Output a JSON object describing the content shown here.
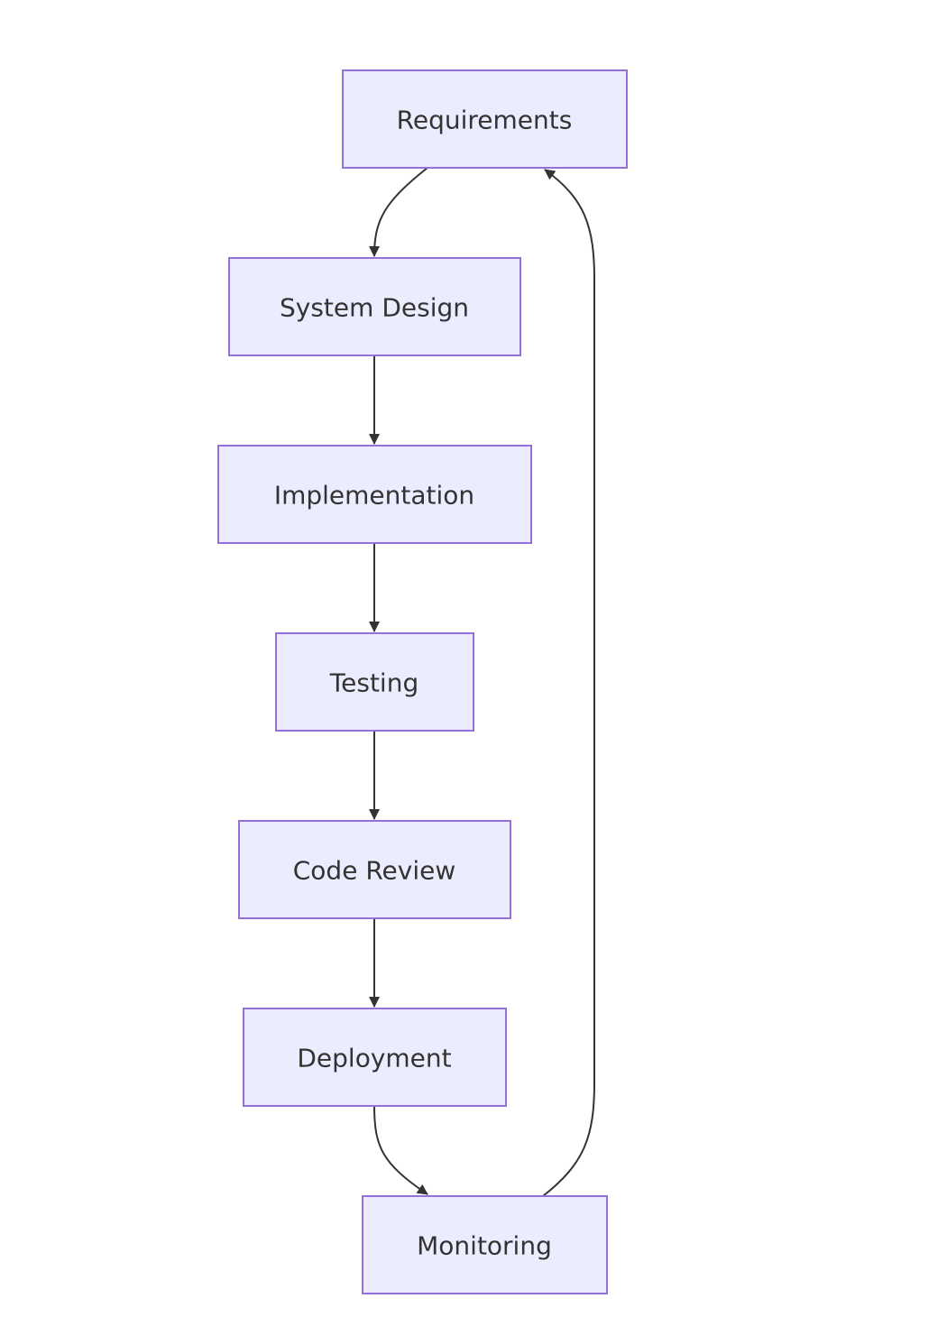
{
  "diagram": {
    "type": "flowchart",
    "colors": {
      "node_fill": "#ececff",
      "node_stroke": "#9370db",
      "edge": "#333333",
      "text": "#333333"
    },
    "nodes": [
      {
        "id": "requirements",
        "label": "Requirements"
      },
      {
        "id": "system_design",
        "label": "System Design"
      },
      {
        "id": "implementation",
        "label": "Implementation"
      },
      {
        "id": "testing",
        "label": "Testing"
      },
      {
        "id": "code_review",
        "label": "Code Review"
      },
      {
        "id": "deployment",
        "label": "Deployment"
      },
      {
        "id": "monitoring",
        "label": "Monitoring"
      }
    ],
    "edges": [
      {
        "from": "requirements",
        "to": "system_design"
      },
      {
        "from": "system_design",
        "to": "implementation"
      },
      {
        "from": "implementation",
        "to": "testing"
      },
      {
        "from": "testing",
        "to": "code_review"
      },
      {
        "from": "code_review",
        "to": "deployment"
      },
      {
        "from": "deployment",
        "to": "monitoring"
      },
      {
        "from": "monitoring",
        "to": "requirements"
      }
    ]
  }
}
